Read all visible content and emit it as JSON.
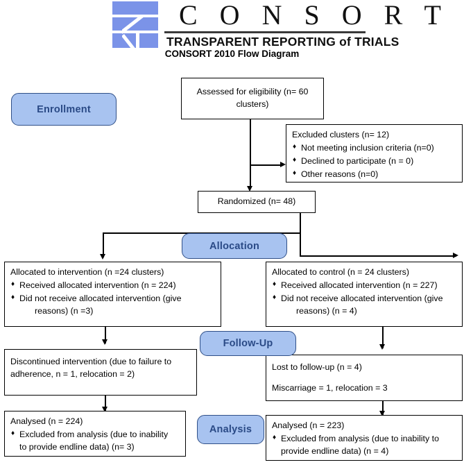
{
  "header": {
    "logo_name": "consort-logo",
    "wordmark": "C O N S O R T",
    "tagline_main": "TRANSPARENT REPORTING",
    "tagline_lower": " of ",
    "tagline_end": "TRIALS",
    "tagline_full": "TRANSPARENT REPORTING of TRIALS",
    "diagram_title": "CONSORT 2010 Flow Diagram"
  },
  "colors": {
    "badge_fill": "#a8c3f0",
    "badge_border": "#2f4f87",
    "badge_text": "#2a4a86",
    "logo_blue": "#7b93e8",
    "line": "#000000"
  },
  "badges": {
    "enrollment": "Enrollment",
    "allocation": "Allocation",
    "followup": "Follow-Up",
    "analysis": "Analysis"
  },
  "boxes": {
    "assessed": {
      "text": "Assessed for eligibility (n= 60 clusters)"
    },
    "excluded": {
      "header": "Excluded  clusters (n= 12)",
      "items": [
        "Not meeting inclusion criteria (n=0)",
        "Declined to participate (n = 0)",
        "Other reasons (n=0)"
      ]
    },
    "randomized": {
      "text": "Randomized (n= 48)"
    },
    "allocated_intervention": {
      "header": "Allocated to intervention (n =24 clusters)",
      "item1": "Received allocated intervention (n = 224)",
      "item2": "Did not receive allocated intervention (give",
      "item2_cont": "reasons) (n =3)"
    },
    "allocated_control": {
      "header": "Allocated to control (n = 24 clusters)",
      "item1": "Received allocated intervention (n = 227)",
      "item2": "Did not receive allocated intervention (give",
      "item2_cont": "reasons) (n = 4)"
    },
    "discontinued": {
      "line1": "Discontinued intervention (due to failure to",
      "line2": "adherence, n = 1, relocation = 2)"
    },
    "lost_followup": {
      "line1": "Lost to follow-up (n = 4)",
      "line2": "Miscarriage = 1, relocation = 3"
    },
    "analysed_intervention": {
      "header": "Analysed  (n = 224)",
      "item1": "Excluded from analysis (due to inability",
      "item1_cont": "to provide endline data) (n= 3)"
    },
    "analysed_control": {
      "header": "Analysed  (n = 223)",
      "item1": "Excluded from analysis (due to inability to",
      "item1_cont": "provide endline data) (n = 4)"
    }
  },
  "bullet_glyph": "♦"
}
